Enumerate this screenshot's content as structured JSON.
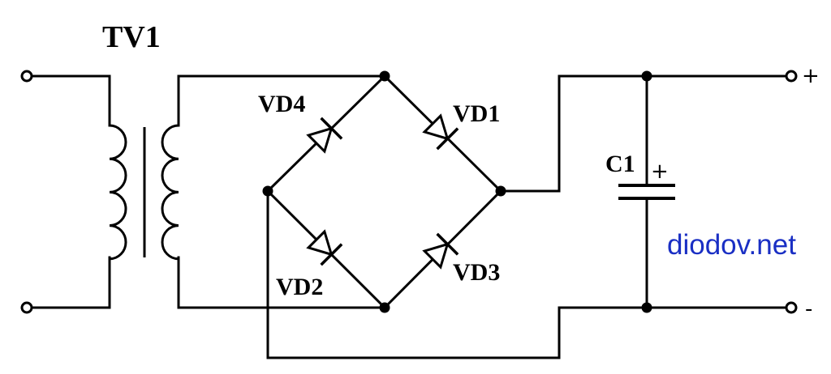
{
  "transformer": {
    "label": "TV1"
  },
  "diodes": {
    "vd1": "VD1",
    "vd2": "VD2",
    "vd3": "VD3",
    "vd4": "VD4"
  },
  "capacitor": {
    "label": "C1",
    "polarity": "+"
  },
  "terminals": {
    "plus": "+",
    "minus": "-"
  },
  "watermark": {
    "text": "diodov.net",
    "color": "#1a2fc4"
  }
}
